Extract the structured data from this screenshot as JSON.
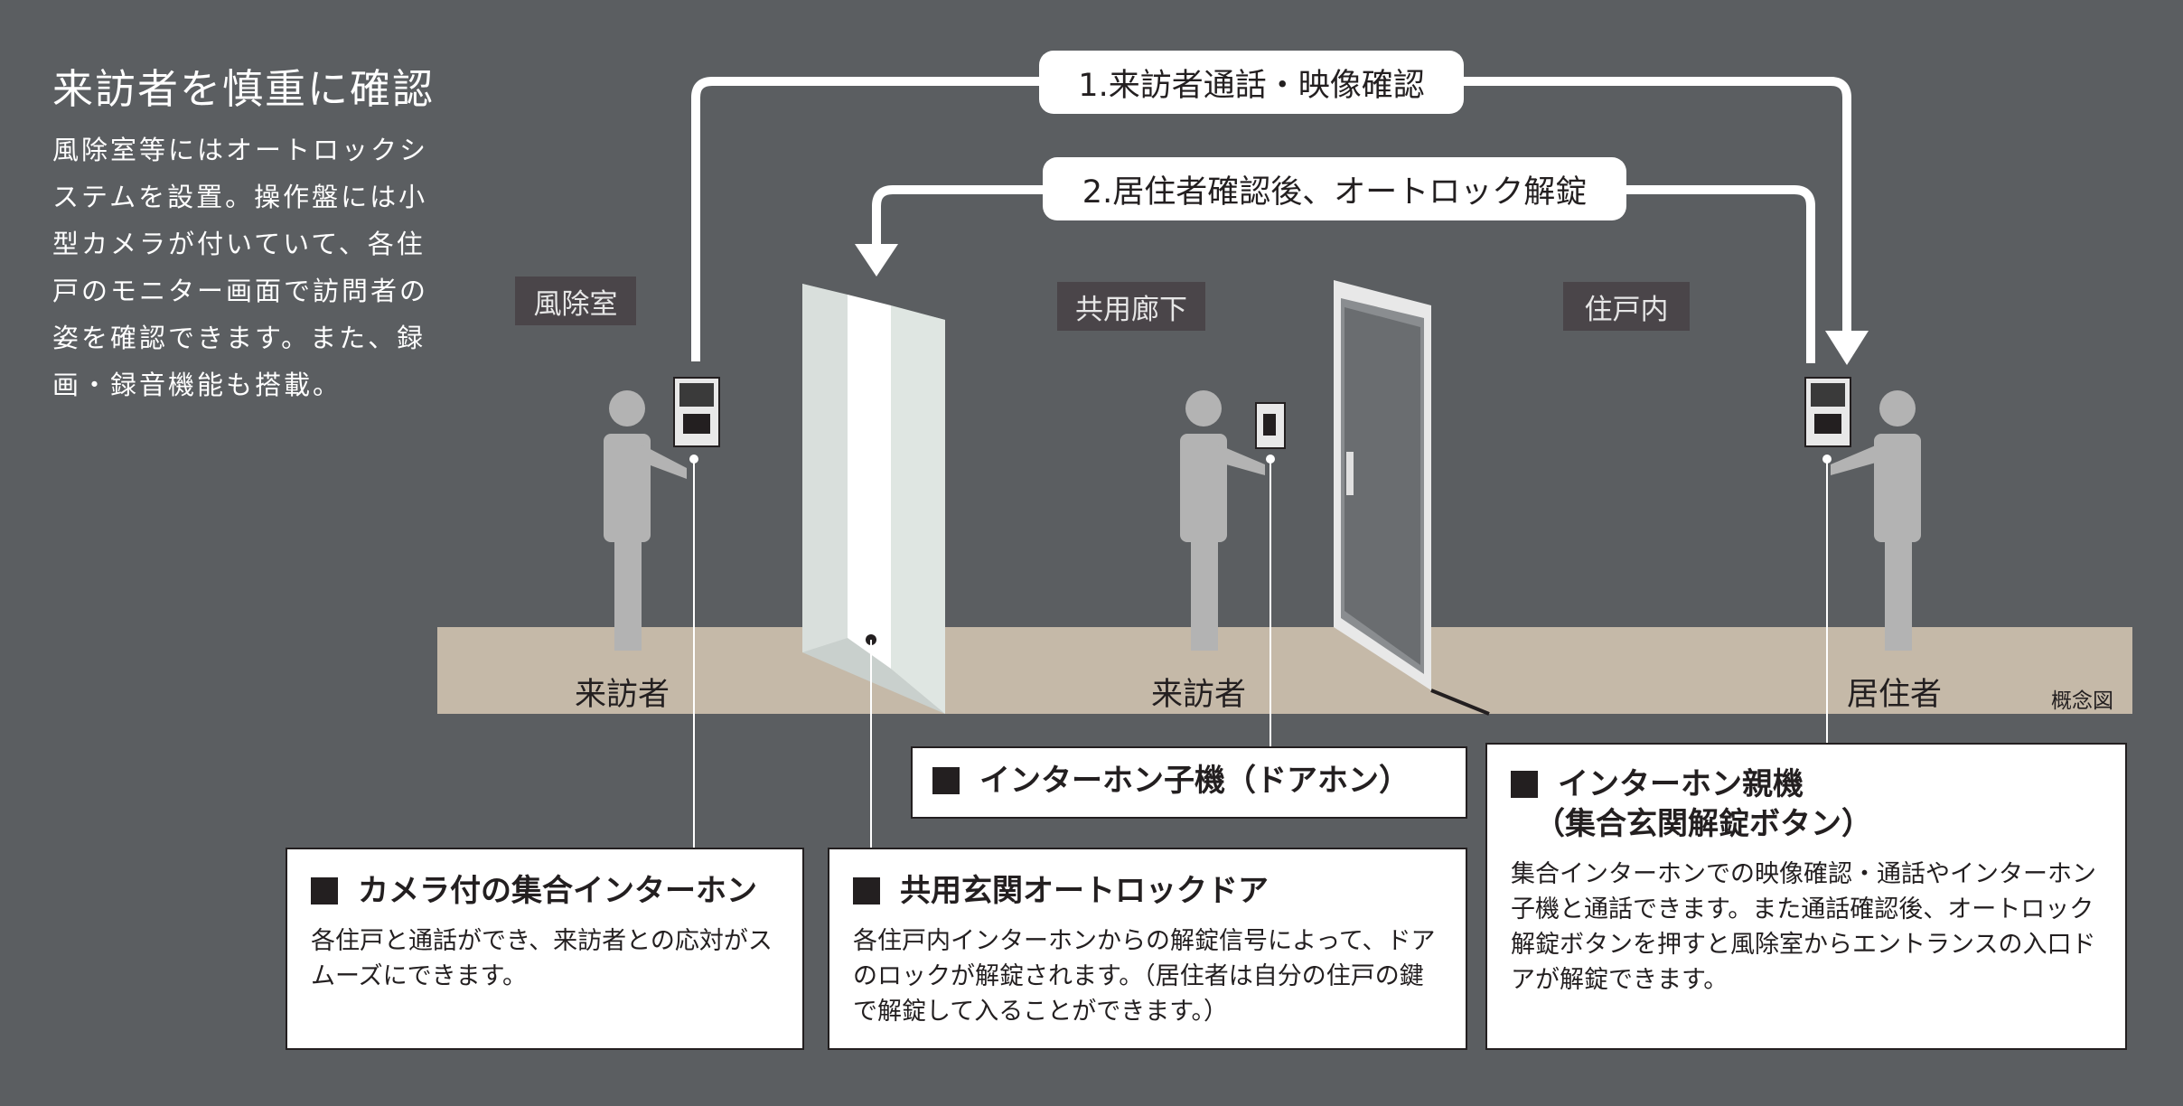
{
  "intro": {
    "title": "来訪者を慎重に確認",
    "body": "風除室等にはオートロックシステムを設置。操作盤には小型カメラが付いていて、各住戸のモニター画面で訪問者の姿を確認できます。また、録画・録音機能も搭載。"
  },
  "flows": {
    "step1": "1.来訪者通話・映像確認",
    "step2": "2.居住者確認後、オートロック解錠"
  },
  "zones": {
    "vestibule": "風除室",
    "corridor": "共用廊下",
    "residence": "住戸内"
  },
  "floor": {
    "visitor_left": "来訪者",
    "visitor_middle": "来訪者",
    "resident": "居住者",
    "note": "概念図"
  },
  "boxes": {
    "door_phone": {
      "title": "インターホン子機（ドアホン）"
    },
    "master_phone": {
      "title_line1": "インターホン親機",
      "title_line2": "（集合玄関解錠ボタン）",
      "desc": "集合インターホンでの映像確認・通話やインターホン子機と通話できます。また通話確認後、オートロック解錠ボタンを押すと風除室からエントランスの入口ドアが解錠できます。"
    },
    "camera_intercom": {
      "title": "カメラ付の集合インターホン",
      "desc": "各住戸と通話ができ、来訪者との応対がスムーズにできます。"
    },
    "autolock_door": {
      "title": "共用玄関オートロックドア",
      "desc": "各住戸内インターホンからの解錠信号によって、ドアのロックが解錠されます。（居住者は自分の住戸の鍵で解錠して入ることができます。）"
    }
  },
  "colors": {
    "background": "#5b5e61",
    "floor": "#c5b9a8",
    "figure": "#b3b3b3",
    "zone_label_bg": "#4a4549",
    "box_text": "#231f20"
  }
}
